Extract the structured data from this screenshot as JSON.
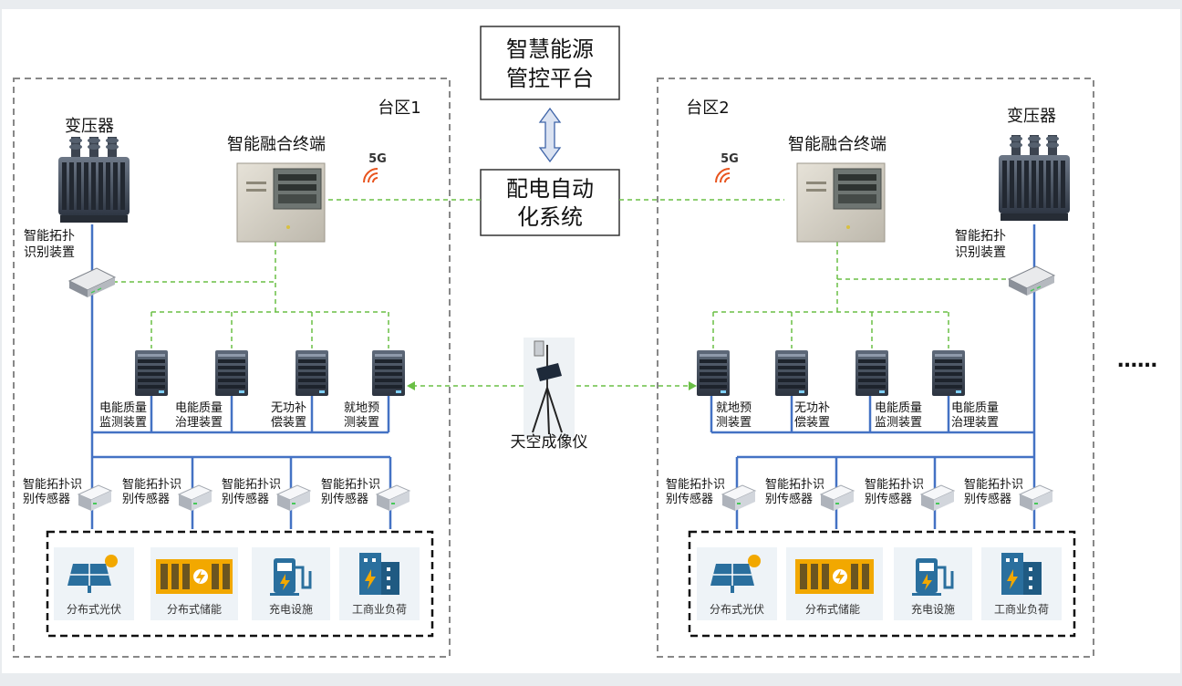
{
  "platform": {
    "line1": "智慧能源",
    "line2": "管控平台"
  },
  "dist_auto": {
    "line1": "配电自动",
    "line2": "化系统"
  },
  "sky_imager": {
    "label": "天空成像仪"
  },
  "ellipsis": "……",
  "zone1": {
    "title": "台区1",
    "transformer": "变压器",
    "terminal": "智能融合终端",
    "network": "5G",
    "topo_device": {
      "line1": "智能拓扑",
      "line2": "识别装置"
    },
    "devices": [
      {
        "line1": "电能质量",
        "line2": "监测装置"
      },
      {
        "line1": "电能质量",
        "line2": "治理装置"
      },
      {
        "line1": "无功补",
        "line2": "偿装置"
      },
      {
        "line1": "就地预",
        "line2": "测装置"
      }
    ],
    "sensors": [
      {
        "line1": "智能拓扑识",
        "line2": "别传感器"
      },
      {
        "line1": "智能拓扑识",
        "line2": "别传感器"
      },
      {
        "line1": "智能拓扑识",
        "line2": "别传感器"
      },
      {
        "line1": "智能拓扑识",
        "line2": "别传感器"
      }
    ],
    "resources": [
      "分布式光伏",
      "分布式储能",
      "充电设施",
      "工商业负荷"
    ]
  },
  "zone2": {
    "title": "台区2",
    "transformer": "变压器",
    "terminal": "智能融合终端",
    "network": "5G",
    "topo_device": {
      "line1": "智能拓扑",
      "line2": "识别装置"
    },
    "devices": [
      {
        "line1": "就地预",
        "line2": "测装置"
      },
      {
        "line1": "无功补",
        "line2": "偿装置"
      },
      {
        "line1": "电能质量",
        "line2": "监测装置"
      },
      {
        "line1": "电能质量",
        "line2": "治理装置"
      }
    ],
    "sensors": [
      {
        "line1": "智能拓扑识",
        "line2": "别传感器"
      },
      {
        "line1": "智能拓扑识",
        "line2": "别传感器"
      },
      {
        "line1": "智能拓扑识",
        "line2": "别传感器"
      },
      {
        "line1": "智能拓扑识",
        "line2": "别传感器"
      }
    ],
    "resources": [
      "分布式光伏",
      "分布式储能",
      "充电设施",
      "工商业负荷"
    ]
  },
  "colors": {
    "bus": "#4472c4",
    "comm": "#6abf45",
    "wifi": "#e8541e",
    "icon": "#2a6f9e",
    "accent": "#f2a800"
  }
}
